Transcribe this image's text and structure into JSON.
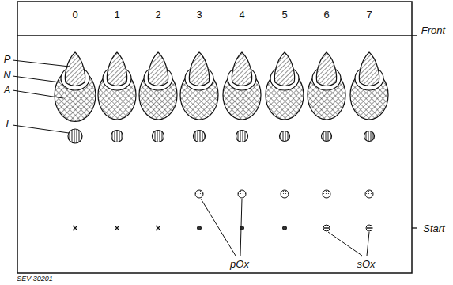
{
  "diagram": {
    "labels": [
      "0",
      "1",
      "2",
      "3",
      "4",
      "5",
      "6",
      "7",
      "Front",
      "P",
      "N",
      "A",
      "I",
      "Start",
      "pOx",
      "sOx",
      "SEV 30201"
    ]
  }
}
